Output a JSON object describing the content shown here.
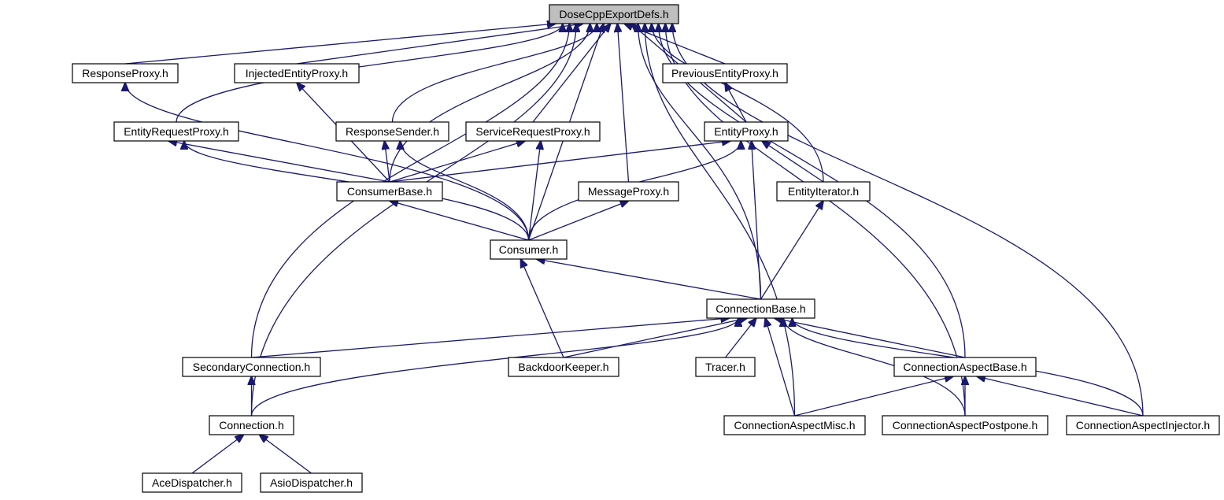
{
  "colors": {
    "edge": "#191970",
    "node_border": "#000000",
    "root_fill": "#bfbfbf",
    "node_fill": "#ffffff"
  },
  "nodes": [
    {
      "id": "root",
      "label": "DoseCppExportDefs.h"
    },
    {
      "id": "respproxy",
      "label": "ResponseProxy.h"
    },
    {
      "id": "injproxy",
      "label": "InjectedEntityProxy.h"
    },
    {
      "id": "prevproxy",
      "label": "PreviousEntityProxy.h"
    },
    {
      "id": "entreqproxy",
      "label": "EntityRequestProxy.h"
    },
    {
      "id": "respsender",
      "label": "ResponseSender.h"
    },
    {
      "id": "svcreqproxy",
      "label": "ServiceRequestProxy.h"
    },
    {
      "id": "entproxy",
      "label": "EntityProxy.h"
    },
    {
      "id": "consbase",
      "label": "ConsumerBase.h"
    },
    {
      "id": "msgproxy",
      "label": "MessageProxy.h"
    },
    {
      "id": "entiter",
      "label": "EntityIterator.h"
    },
    {
      "id": "consumer",
      "label": "Consumer.h"
    },
    {
      "id": "connbase",
      "label": "ConnectionBase.h"
    },
    {
      "id": "secconn",
      "label": "SecondaryConnection.h"
    },
    {
      "id": "backdoor",
      "label": "BackdoorKeeper.h"
    },
    {
      "id": "tracer",
      "label": "Tracer.h"
    },
    {
      "id": "aspbase",
      "label": "ConnectionAspectBase.h"
    },
    {
      "id": "connection",
      "label": "Connection.h"
    },
    {
      "id": "aspmisc",
      "label": "ConnectionAspectMisc.h"
    },
    {
      "id": "asppost",
      "label": "ConnectionAspectPostpone.h"
    },
    {
      "id": "aspinj",
      "label": "ConnectionAspectInjector.h"
    },
    {
      "id": "acedisp",
      "label": "AceDispatcher.h"
    },
    {
      "id": "asiodisp",
      "label": "AsioDispatcher.h"
    }
  ],
  "edges": [
    {
      "from": "respproxy",
      "to": "root"
    },
    {
      "from": "injproxy",
      "to": "root"
    },
    {
      "from": "prevproxy",
      "to": "root"
    },
    {
      "from": "entreqproxy",
      "to": "root"
    },
    {
      "from": "respsender",
      "to": "root"
    },
    {
      "from": "svcreqproxy",
      "to": "root"
    },
    {
      "from": "entproxy",
      "to": "root"
    },
    {
      "from": "consbase",
      "to": "root"
    },
    {
      "from": "msgproxy",
      "to": "root"
    },
    {
      "from": "entiter",
      "to": "root"
    },
    {
      "from": "consumer",
      "to": "root"
    },
    {
      "from": "connbase",
      "to": "root"
    },
    {
      "from": "secconn",
      "to": "root"
    },
    {
      "from": "aspbase",
      "to": "root"
    },
    {
      "from": "connection",
      "to": "root"
    },
    {
      "from": "aspmisc",
      "to": "root"
    },
    {
      "from": "asppost",
      "to": "root"
    },
    {
      "from": "aspinj",
      "to": "root"
    },
    {
      "from": "consumer",
      "to": "respproxy"
    },
    {
      "from": "consbase",
      "to": "injproxy"
    },
    {
      "from": "entproxy",
      "to": "prevproxy"
    },
    {
      "from": "consbase",
      "to": "entreqproxy"
    },
    {
      "from": "consumer",
      "to": "entreqproxy"
    },
    {
      "from": "consbase",
      "to": "respsender"
    },
    {
      "from": "consumer",
      "to": "respsender"
    },
    {
      "from": "consbase",
      "to": "svcreqproxy"
    },
    {
      "from": "consumer",
      "to": "svcreqproxy"
    },
    {
      "from": "consbase",
      "to": "entproxy"
    },
    {
      "from": "consumer",
      "to": "entproxy"
    },
    {
      "from": "entiter",
      "to": "entproxy"
    },
    {
      "from": "connbase",
      "to": "entproxy"
    },
    {
      "from": "consumer",
      "to": "consbase"
    },
    {
      "from": "consumer",
      "to": "msgproxy"
    },
    {
      "from": "connbase",
      "to": "entiter"
    },
    {
      "from": "connbase",
      "to": "consumer"
    },
    {
      "from": "backdoor",
      "to": "consumer"
    },
    {
      "from": "secconn",
      "to": "connbase"
    },
    {
      "from": "backdoor",
      "to": "connbase"
    },
    {
      "from": "tracer",
      "to": "connbase"
    },
    {
      "from": "aspbase",
      "to": "connbase"
    },
    {
      "from": "connection",
      "to": "connbase"
    },
    {
      "from": "aspmisc",
      "to": "connbase"
    },
    {
      "from": "asppost",
      "to": "connbase"
    },
    {
      "from": "aspinj",
      "to": "connbase"
    },
    {
      "from": "connection",
      "to": "secconn"
    },
    {
      "from": "aspmisc",
      "to": "aspbase"
    },
    {
      "from": "asppost",
      "to": "aspbase"
    },
    {
      "from": "aspinj",
      "to": "aspbase"
    },
    {
      "from": "acedisp",
      "to": "connection"
    },
    {
      "from": "asiodisp",
      "to": "connection"
    }
  ]
}
